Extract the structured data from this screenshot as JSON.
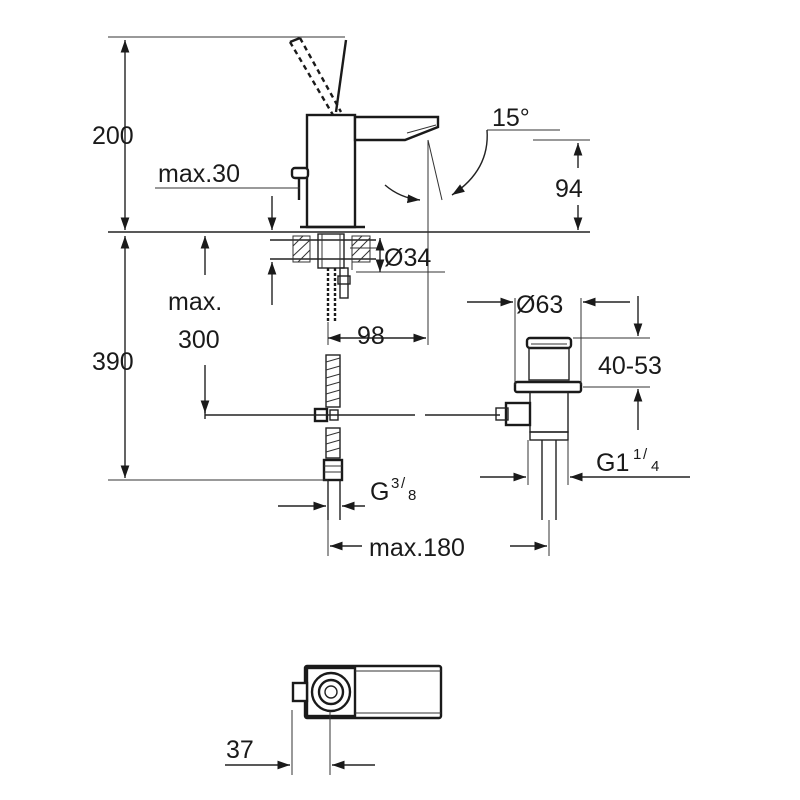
{
  "dimensions": {
    "height_200": "200",
    "height_390": "390",
    "max30": "max.30",
    "max300_line1": "max.",
    "max300_line2": "300",
    "angle": "15°",
    "spout_94": "94",
    "dia34": "Ø34",
    "reach_98": "98",
    "dia63": "Ø63",
    "range_4053": "40-53",
    "thread_g14_base": "G1",
    "thread_g14_num": "1",
    "thread_g14_den": "4",
    "thread_g38_base": "G",
    "thread_g38_num": "3",
    "thread_g38_den": "8",
    "max180": "max.180",
    "width_37": "37"
  }
}
